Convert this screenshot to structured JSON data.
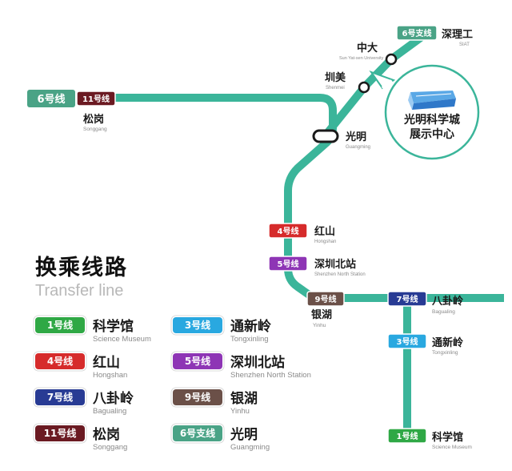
{
  "colors": {
    "route": "#3bb59a",
    "line1": "#2fa845",
    "line3": "#29a8e0",
    "line4": "#d62b2b",
    "line5": "#8e35b5",
    "line6": "#4aa386",
    "line6branch": "#4aa386",
    "line7": "#283b94",
    "line9": "#6b5048",
    "line11": "#6b1a22"
  },
  "terminal_badge": {
    "label": "6号线"
  },
  "stations": [
    {
      "id": "songgang",
      "zh": "松岗",
      "en": "Songgang",
      "transfer": "11号线"
    },
    {
      "id": "guangming",
      "zh": "光明",
      "en": "Guangming"
    },
    {
      "id": "shenmei",
      "zh": "圳美",
      "en": "Shenmei"
    },
    {
      "id": "zhongda",
      "zh": "中大",
      "en": "Sun Yat-sen University"
    },
    {
      "id": "siat",
      "zh": "深理工",
      "en": "SIAT",
      "transfer": "6号支线"
    },
    {
      "id": "hongshan",
      "zh": "红山",
      "en": "Hongshan",
      "transfer": "4号线"
    },
    {
      "id": "shenzhen_north",
      "zh": "深圳北站",
      "en": "Shenzhen North Station",
      "transfer": "5号线"
    },
    {
      "id": "yinhu",
      "zh": "银湖",
      "en": "Yinhu",
      "transfer": "9号线"
    },
    {
      "id": "baguaing",
      "zh": "八卦岭",
      "en": "Bagualing",
      "transfer": "7号线"
    },
    {
      "id": "tongxinling",
      "zh": "通新岭",
      "en": "Tongxinling",
      "transfer": "3号线"
    },
    {
      "id": "science_museum",
      "zh": "科学馆",
      "en": "Science Museum",
      "transfer": "1号线"
    }
  ],
  "callout": {
    "line1": "光明科学城",
    "line2": "展示中心",
    "icon": "building-icon"
  },
  "legend": {
    "title": "换乘线路",
    "subtitle": "Transfer line",
    "items": [
      {
        "badge": "1号线",
        "zh": "科学馆",
        "en": "Science Museum",
        "color": "#2fa845"
      },
      {
        "badge": "3号线",
        "zh": "通新岭",
        "en": "Tongxinling",
        "color": "#29a8e0"
      },
      {
        "badge": "4号线",
        "zh": "红山",
        "en": "Hongshan",
        "color": "#d62b2b"
      },
      {
        "badge": "5号线",
        "zh": "深圳北站",
        "en": "Shenzhen North Station",
        "color": "#8e35b5"
      },
      {
        "badge": "7号线",
        "zh": "八卦岭",
        "en": "Bagualing",
        "color": "#283b94"
      },
      {
        "badge": "9号线",
        "zh": "银湖",
        "en": "Yinhu",
        "color": "#6b5048"
      },
      {
        "badge": "11号线",
        "zh": "松岗",
        "en": "Songgang",
        "color": "#6b1a22"
      },
      {
        "badge": "6号支线",
        "zh": "光明",
        "en": "Guangming",
        "color": "#4aa386"
      }
    ]
  }
}
